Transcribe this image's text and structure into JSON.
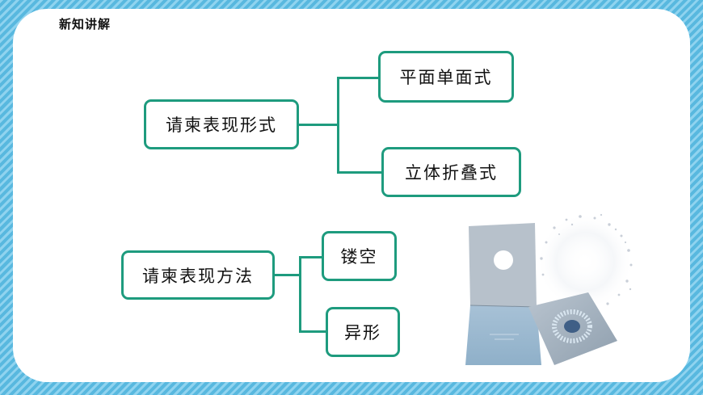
{
  "slide": {
    "title": "新知讲解"
  },
  "diagram": {
    "form": {
      "root": "请柬表现形式",
      "children": [
        "平面单面式",
        "立体折叠式"
      ]
    },
    "method": {
      "root": "请柬表现方法",
      "children": [
        "镂空",
        "异形"
      ]
    }
  },
  "photo": {
    "subject": "invitation cards with cut-out circle and snowflake pattern"
  },
  "colors": {
    "accent": "#1e9b7e",
    "border": "#6cc3e6"
  }
}
